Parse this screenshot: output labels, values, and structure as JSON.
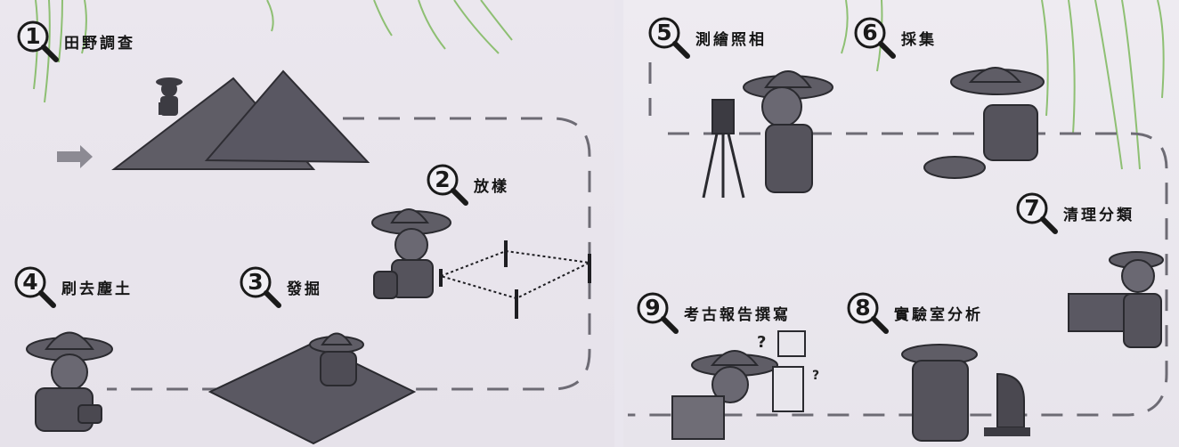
{
  "steps": [
    {
      "number": "1",
      "label": "田野調查"
    },
    {
      "number": "2",
      "label": "放樣"
    },
    {
      "number": "3",
      "label": "發掘"
    },
    {
      "number": "4",
      "label": "刷去塵土"
    },
    {
      "number": "5",
      "label": "測繪照相"
    },
    {
      "number": "6",
      "label": "採集"
    },
    {
      "number": "7",
      "label": "清理分類"
    },
    {
      "number": "8",
      "label": "實驗室分析"
    },
    {
      "number": "9",
      "label": "考古報告撰寫"
    }
  ],
  "marks": {
    "question1": "?",
    "question2": "?"
  },
  "colors": {
    "figure": "#5f5d66",
    "dark": "#3c3b42",
    "dash": "#6d6b74",
    "foliage": "#5fa83c",
    "pink": "#e4669c"
  }
}
